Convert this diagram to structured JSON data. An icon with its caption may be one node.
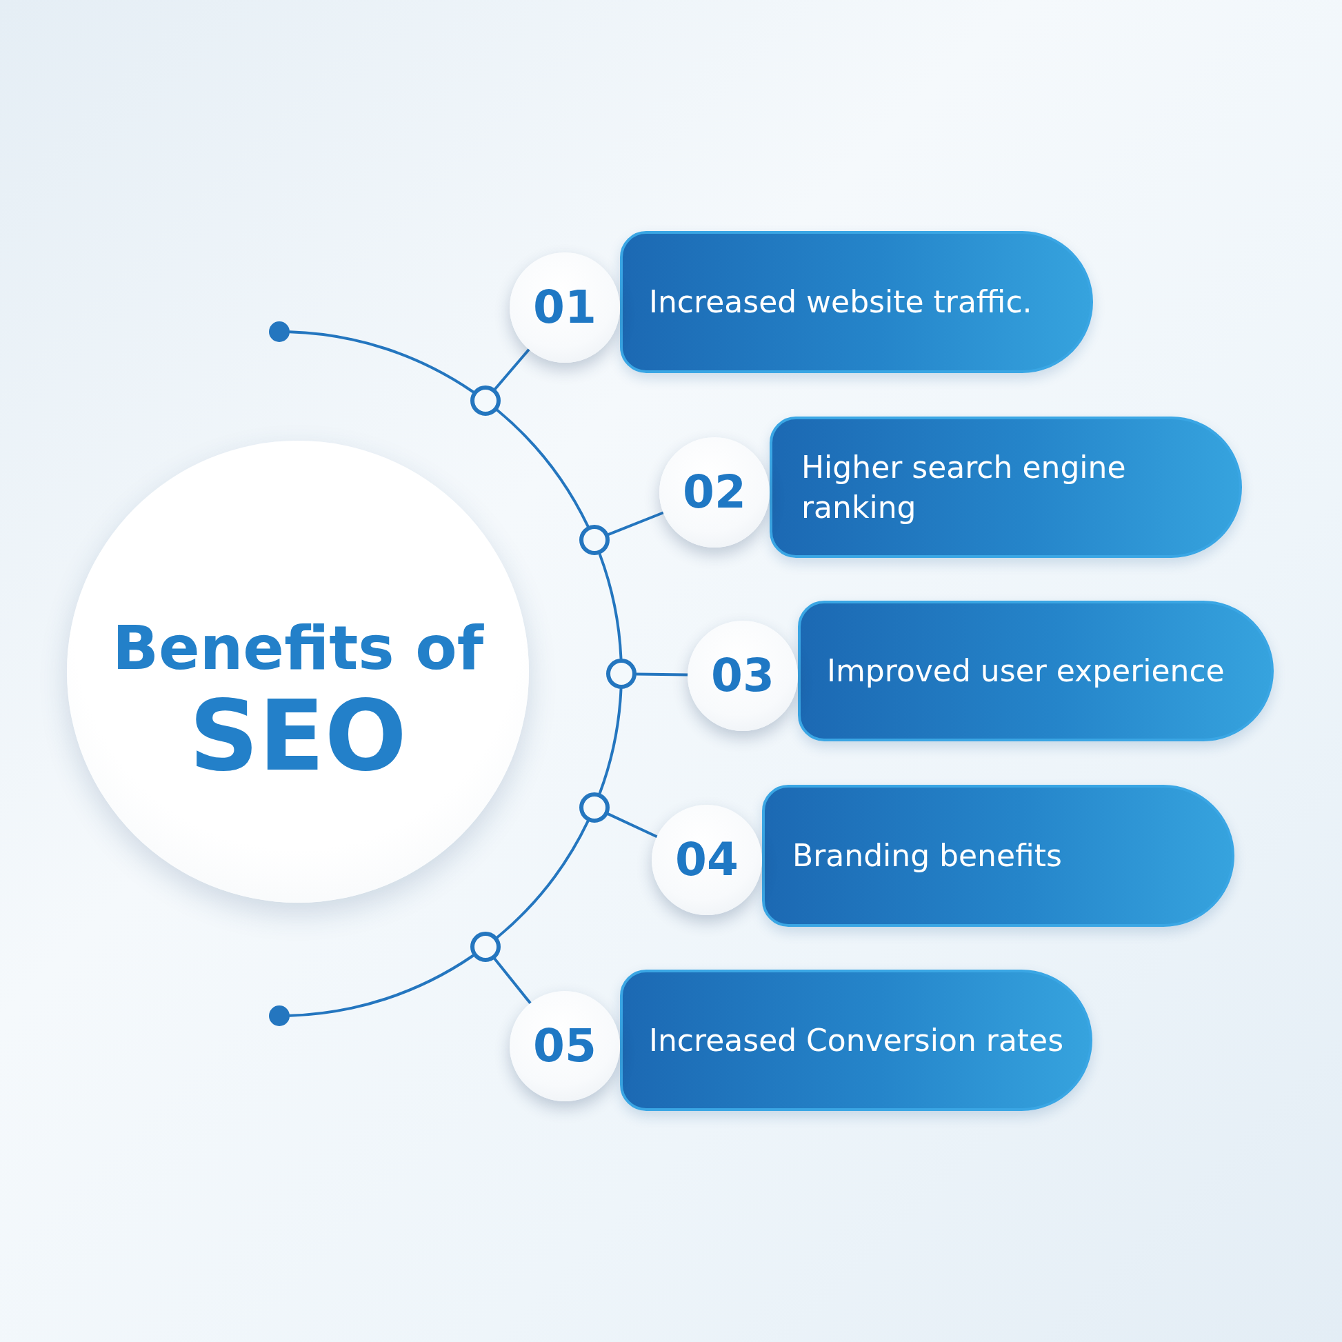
{
  "diagram": {
    "nodes": [
      {
        "text": [
          "Benefits of",
          "SEO"
        ]
      },
      {
        "text": [],
        "shape": "circle"
      },
      {
        "text": [],
        "shape": "circle"
      },
      {
        "text": [
          "01"
        ]
      },
      {
        "text": [
          "Increased website traffic."
        ]
      },
      {
        "text": [],
        "shape": "circle"
      },
      {
        "text": [
          "02"
        ]
      },
      {
        "text": [
          "Higher search engine ranking"
        ]
      },
      {
        "text": [],
        "shape": "circle"
      },
      {
        "text": [
          "03"
        ]
      },
      {
        "text": [
          "Improved user experience"
        ]
      },
      {
        "text": [],
        "shape": "circle"
      },
      {
        "text": [
          "04"
        ]
      },
      {
        "text": [
          "Branding benefits"
        ]
      },
      {
        "text": [],
        "shape": "circle"
      },
      {
        "text": [
          "05"
        ]
      },
      {
        "text": [
          "Increased Conversion rates"
        ]
      },
      {
        "text": [],
        "shape": "circle"
      }
    ],
    "edges": [
      {
        "from": 1,
        "to": 2,
        "arrow": "none"
      },
      {
        "from": 2,
        "to": 3,
        "arrow": "none"
      },
      {
        "from": 2,
        "to": 5,
        "arrow": "none"
      },
      {
        "from": 5,
        "to": 6,
        "arrow": "none"
      },
      {
        "from": 5,
        "to": 8,
        "arrow": "none"
      },
      {
        "from": 8,
        "to": 9,
        "arrow": "none"
      },
      {
        "from": 8,
        "to": 11,
        "arrow": "none"
      },
      {
        "from": 11,
        "to": 12,
        "arrow": "none"
      },
      {
        "from": 11,
        "to": 14,
        "arrow": "none"
      },
      {
        "from": 14,
        "to": 15,
        "arrow": "none"
      },
      {
        "from": 14,
        "to": 17,
        "arrow": "none"
      }
    ]
  }
}
